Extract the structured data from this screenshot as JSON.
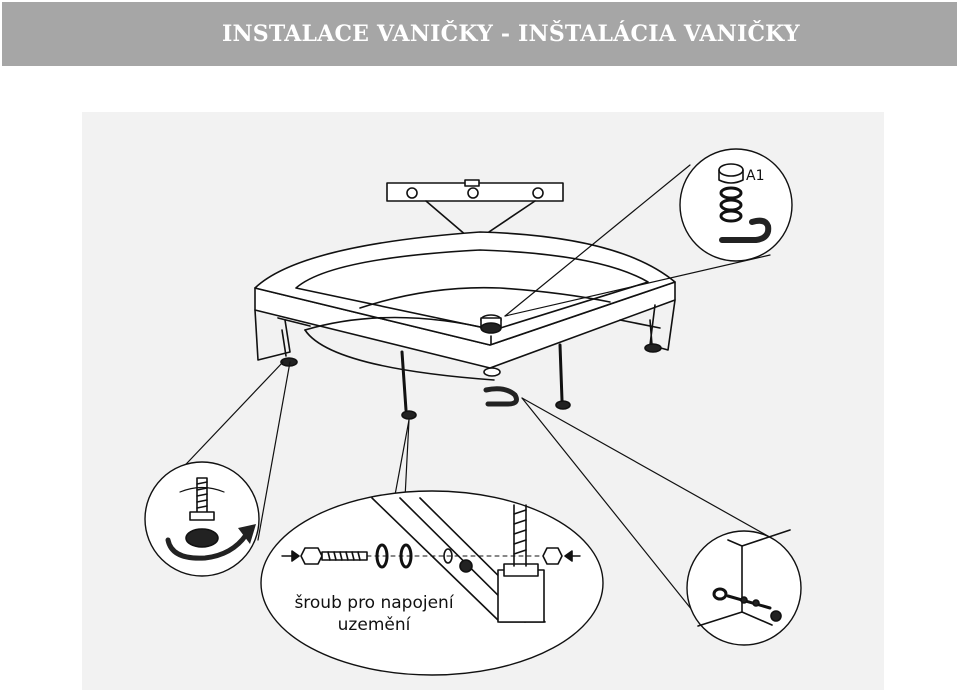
{
  "header": {
    "title": "INSTALACE VANIČKY - INŠTALÁCIA VANIČKY",
    "background": "#a6a6a6",
    "text_color": "#ffffff"
  },
  "diagram": {
    "detail_labels": {
      "siphon_detail": "A1"
    },
    "caption": {
      "line1": "šroub pro napojení",
      "line2": "uzemění"
    },
    "icons": [
      "shower-tray",
      "siphon",
      "adjustable-foot",
      "grounding-bolt",
      "wall-corner-connector"
    ]
  }
}
